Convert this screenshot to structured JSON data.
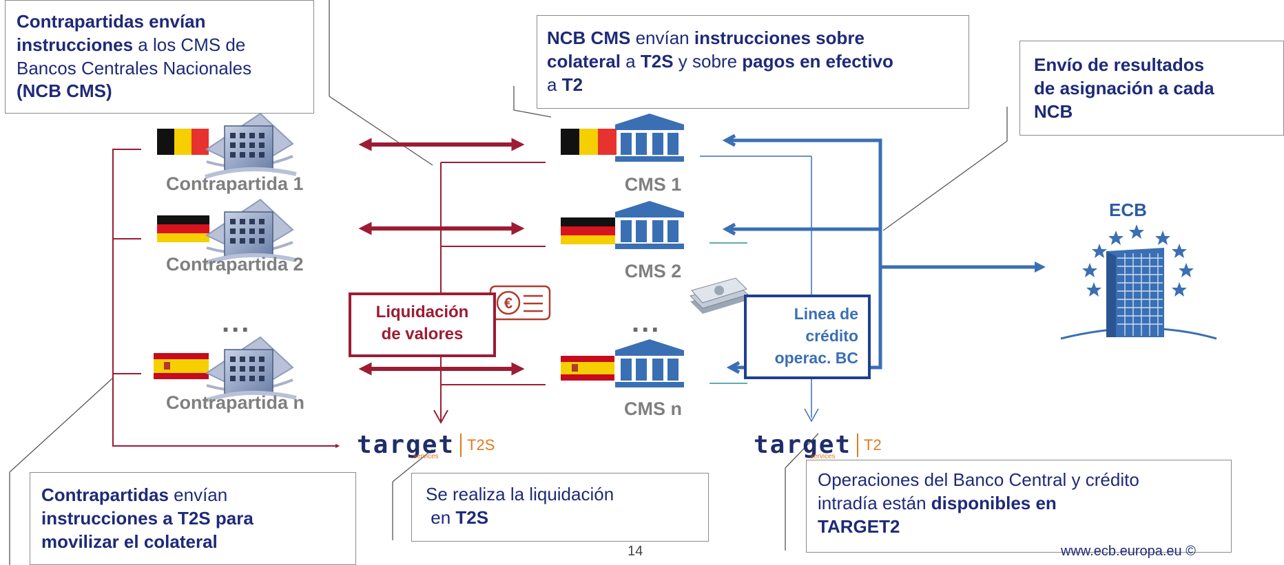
{
  "callouts": {
    "counterparties_send": {
      "bold1": "Contrapartidas envían",
      "bold2": "instrucciones",
      "text1": " a los CMS de",
      "text2": "Bancos Centrales Nacionales",
      "bold3": "(NCB CMS)"
    },
    "ncb_cms_send": {
      "b1": "NCB CMS",
      "t1": " envían ",
      "b2": "instrucciones sobre",
      "b3": "colateral",
      "t2": " a ",
      "b4": "T2S",
      "t3": " y sobre ",
      "b5": "pagos en efectivo",
      "t4": "a ",
      "b6": "T2"
    },
    "allocation_results": {
      "line1": "Envío de resultados",
      "line2": "de asignación a cada",
      "line3": "NCB"
    },
    "counterparties_t2s": {
      "b1": "Contrapartidas",
      "t1": " envían",
      "b2": "instrucciones a T2S para",
      "b3": "movilizar el colateral"
    },
    "settlement_t2s": {
      "t1": "Se realiza la liquidación",
      "t2": "en ",
      "b1": "T2S"
    },
    "cb_operations": {
      "t1": "Operaciones del Banco Central y crédito",
      "t2": "intradía están ",
      "b1": "disponibles en",
      "b2": "TARGET2"
    }
  },
  "counterparties": [
    "Contrapartida 1",
    "Contrapartida 2",
    "Contrapartida n"
  ],
  "cms": [
    "CMS 1",
    "CMS 2",
    "CMS n"
  ],
  "ellipsis": "...",
  "securities_settlement": {
    "line1": "Liquidación",
    "line2": "de valores"
  },
  "credit_line": {
    "line1": "Linea de",
    "line2": "crédito",
    "line3": "operac. BC"
  },
  "target_t2s": {
    "word": "target",
    "services": "services",
    "code": "T2S"
  },
  "target_t2": {
    "word": "target",
    "services": "services",
    "code": "T2"
  },
  "ecb": {
    "label": "ECB"
  },
  "footer": {
    "page": "14",
    "url": "www.ecb.europa.eu ©"
  },
  "colors": {
    "dark_red": "#9b1c33",
    "blue": "#3a6fb4",
    "dark_blue": "#1e2a78",
    "teal": "#2e8f8f",
    "orange": "#e07a1f"
  },
  "icons": [
    "belgium-flag-icon",
    "germany-flag-icon",
    "spain-flag-icon",
    "building-icon",
    "bank-icon",
    "euro-document-icon",
    "money-stack-icon",
    "ecb-tower-icon"
  ]
}
